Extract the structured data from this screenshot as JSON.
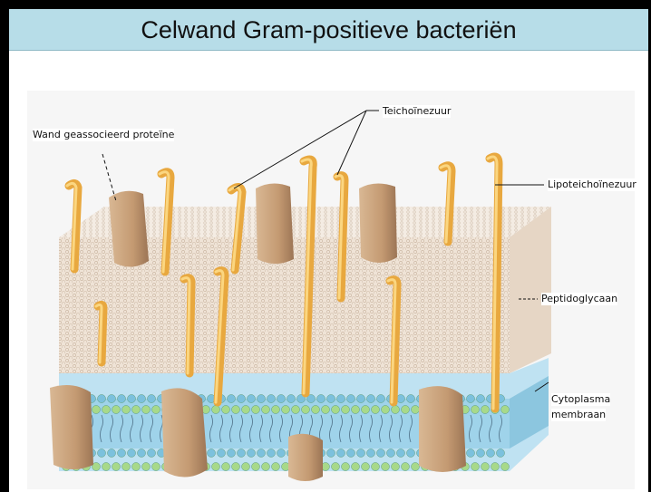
{
  "title": "Celwand Gram-positieve bacteriën",
  "labels": {
    "wall_protein": "Wand geassocieerd proteïne",
    "teichoic": "Teichoïnezuur",
    "lipoteichoic": "Lipoteichoïnezuur",
    "peptidoglycan": "Peptidoglycaan",
    "membrane_line1": "Cytoplasma",
    "membrane_line2": "membraan"
  },
  "colors": {
    "title_bar": "#b7dde8",
    "peptidoglycan": "#efe3d6",
    "acid_chain": "#f2b64a",
    "protein": "#c9a27e",
    "membrane": "#9fd3ea",
    "lipid_head_blue": "#7cc1dd",
    "lipid_head_green": "#a7d98a"
  }
}
